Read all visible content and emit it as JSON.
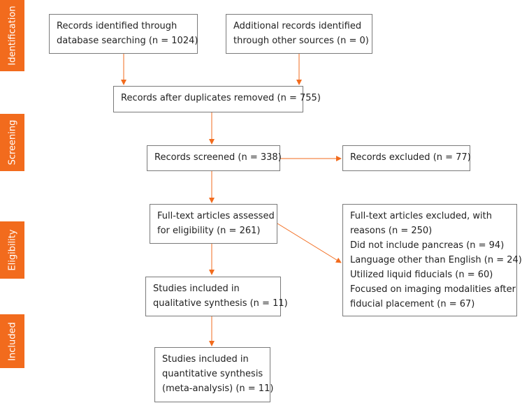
{
  "phases": [
    {
      "label": "Identification"
    },
    {
      "label": "Screening"
    },
    {
      "label": "Eligibility"
    },
    {
      "label": "Included"
    }
  ],
  "boxes": {
    "db_search": {
      "lines": [
        "Records identified through",
        "database searching (n = 1024)"
      ]
    },
    "other_sources": {
      "lines": [
        "Additional records identified",
        "through other sources (n = 0)"
      ]
    },
    "dedup": {
      "lines": [
        "Records after duplicates removed (n = 755)"
      ]
    },
    "screened": {
      "lines": [
        "Records screened (n = 338)"
      ]
    },
    "excluded": {
      "lines": [
        "Records excluded (n = 77)"
      ]
    },
    "fulltext": {
      "lines": [
        "Full-text articles assessed",
        "for eligibility (n = 261)"
      ]
    },
    "fulltext_excluded": {
      "lines": [
        "Full-text articles excluded, with",
        "reasons (n = 250)",
        "Did not include pancreas (n = 94)",
        "Language other than English (n = 24)",
        "Utilized liquid fiducials (n = 60)",
        "Focused on imaging modalities after",
        "fiducial placement (n = 67)"
      ]
    },
    "qualitative": {
      "lines": [
        "Studies included in",
        "qualitative synthesis (n = 11)"
      ]
    },
    "quantitative": {
      "lines": [
        "Studies included in",
        "quantitative synthesis",
        "(meta-analysis) (n = 11)"
      ]
    }
  },
  "colors": {
    "phase": "#f26b1d",
    "arrow": "#f26b1d",
    "border": "#7a7a7a"
  }
}
